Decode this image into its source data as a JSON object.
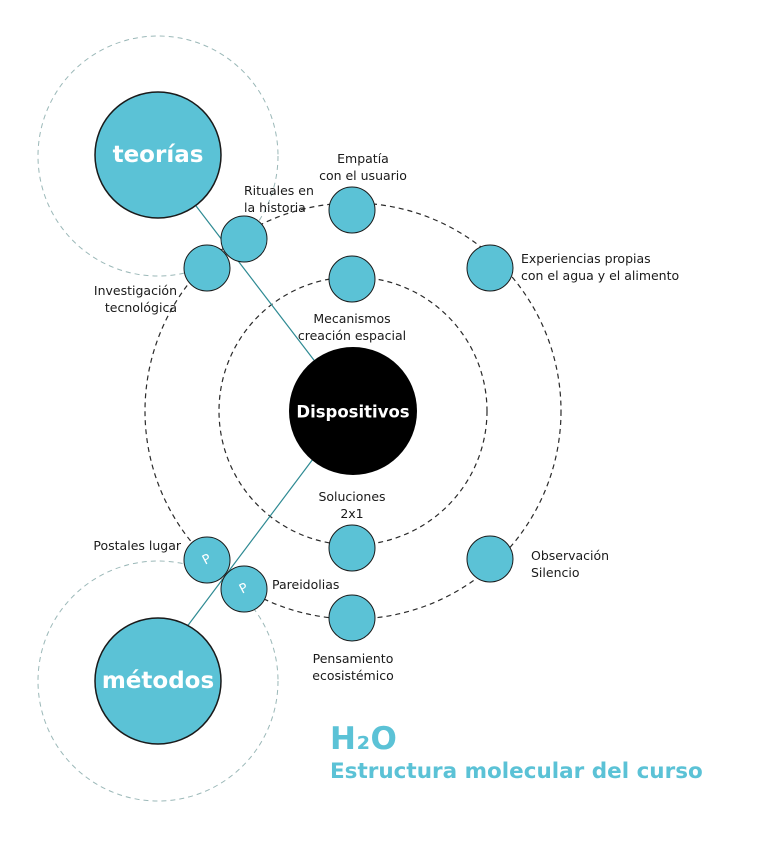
{
  "colors": {
    "accent": "#5bc2d6",
    "core": "#000000",
    "outline": "#2a2a2a",
    "connector": "#2e8a93",
    "faint_ring": "#9bb8b8"
  },
  "core": {
    "label": "Dispositivos"
  },
  "hubs": [
    {
      "id": "teorias",
      "label": "teorías"
    },
    {
      "id": "metodos",
      "label": "métodos"
    }
  ],
  "inner_nodes": [
    {
      "id": "mecanismos",
      "label": "Mecanismos\ncreación espacial"
    },
    {
      "id": "soluciones",
      "label": "Soluciones\n2x1"
    }
  ],
  "outer_nodes": [
    {
      "id": "empatia",
      "label": "Empatía\ncon el usuario"
    },
    {
      "id": "experiencias",
      "label": "Experiencias propias\ncon el agua y el alimento"
    },
    {
      "id": "observacion",
      "label": "Observación\nSilencio"
    },
    {
      "id": "pensamiento",
      "label": "Pensamiento\necosistémico"
    },
    {
      "id": "rituales",
      "label": "Rituales en\nla historia"
    },
    {
      "id": "investigacion",
      "label": "Investigación\ntecnológica"
    },
    {
      "id": "postales",
      "label": "Postales lugar",
      "icon": "letter-p-icon",
      "icon_text": "P"
    },
    {
      "id": "pareidolias",
      "label": "Pareidolias",
      "icon": "letter-p-icon",
      "icon_text": "P"
    }
  ],
  "title": {
    "main": "H₂O",
    "sub": "Estructura molecular del curso"
  }
}
